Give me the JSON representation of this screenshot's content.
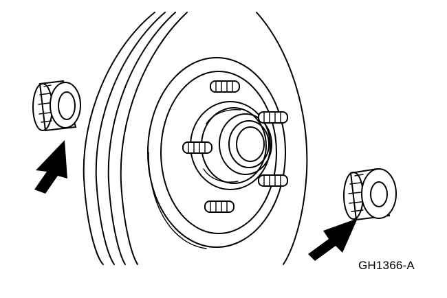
{
  "figure": {
    "code": "GH1366-A"
  },
  "parts": {
    "hub_studs": 5,
    "bearing_cones": 2,
    "arrows": 2
  },
  "icons": {
    "arrow": "arrow-icon",
    "bearing": "bearing-icon",
    "stud": "stud-icon"
  }
}
